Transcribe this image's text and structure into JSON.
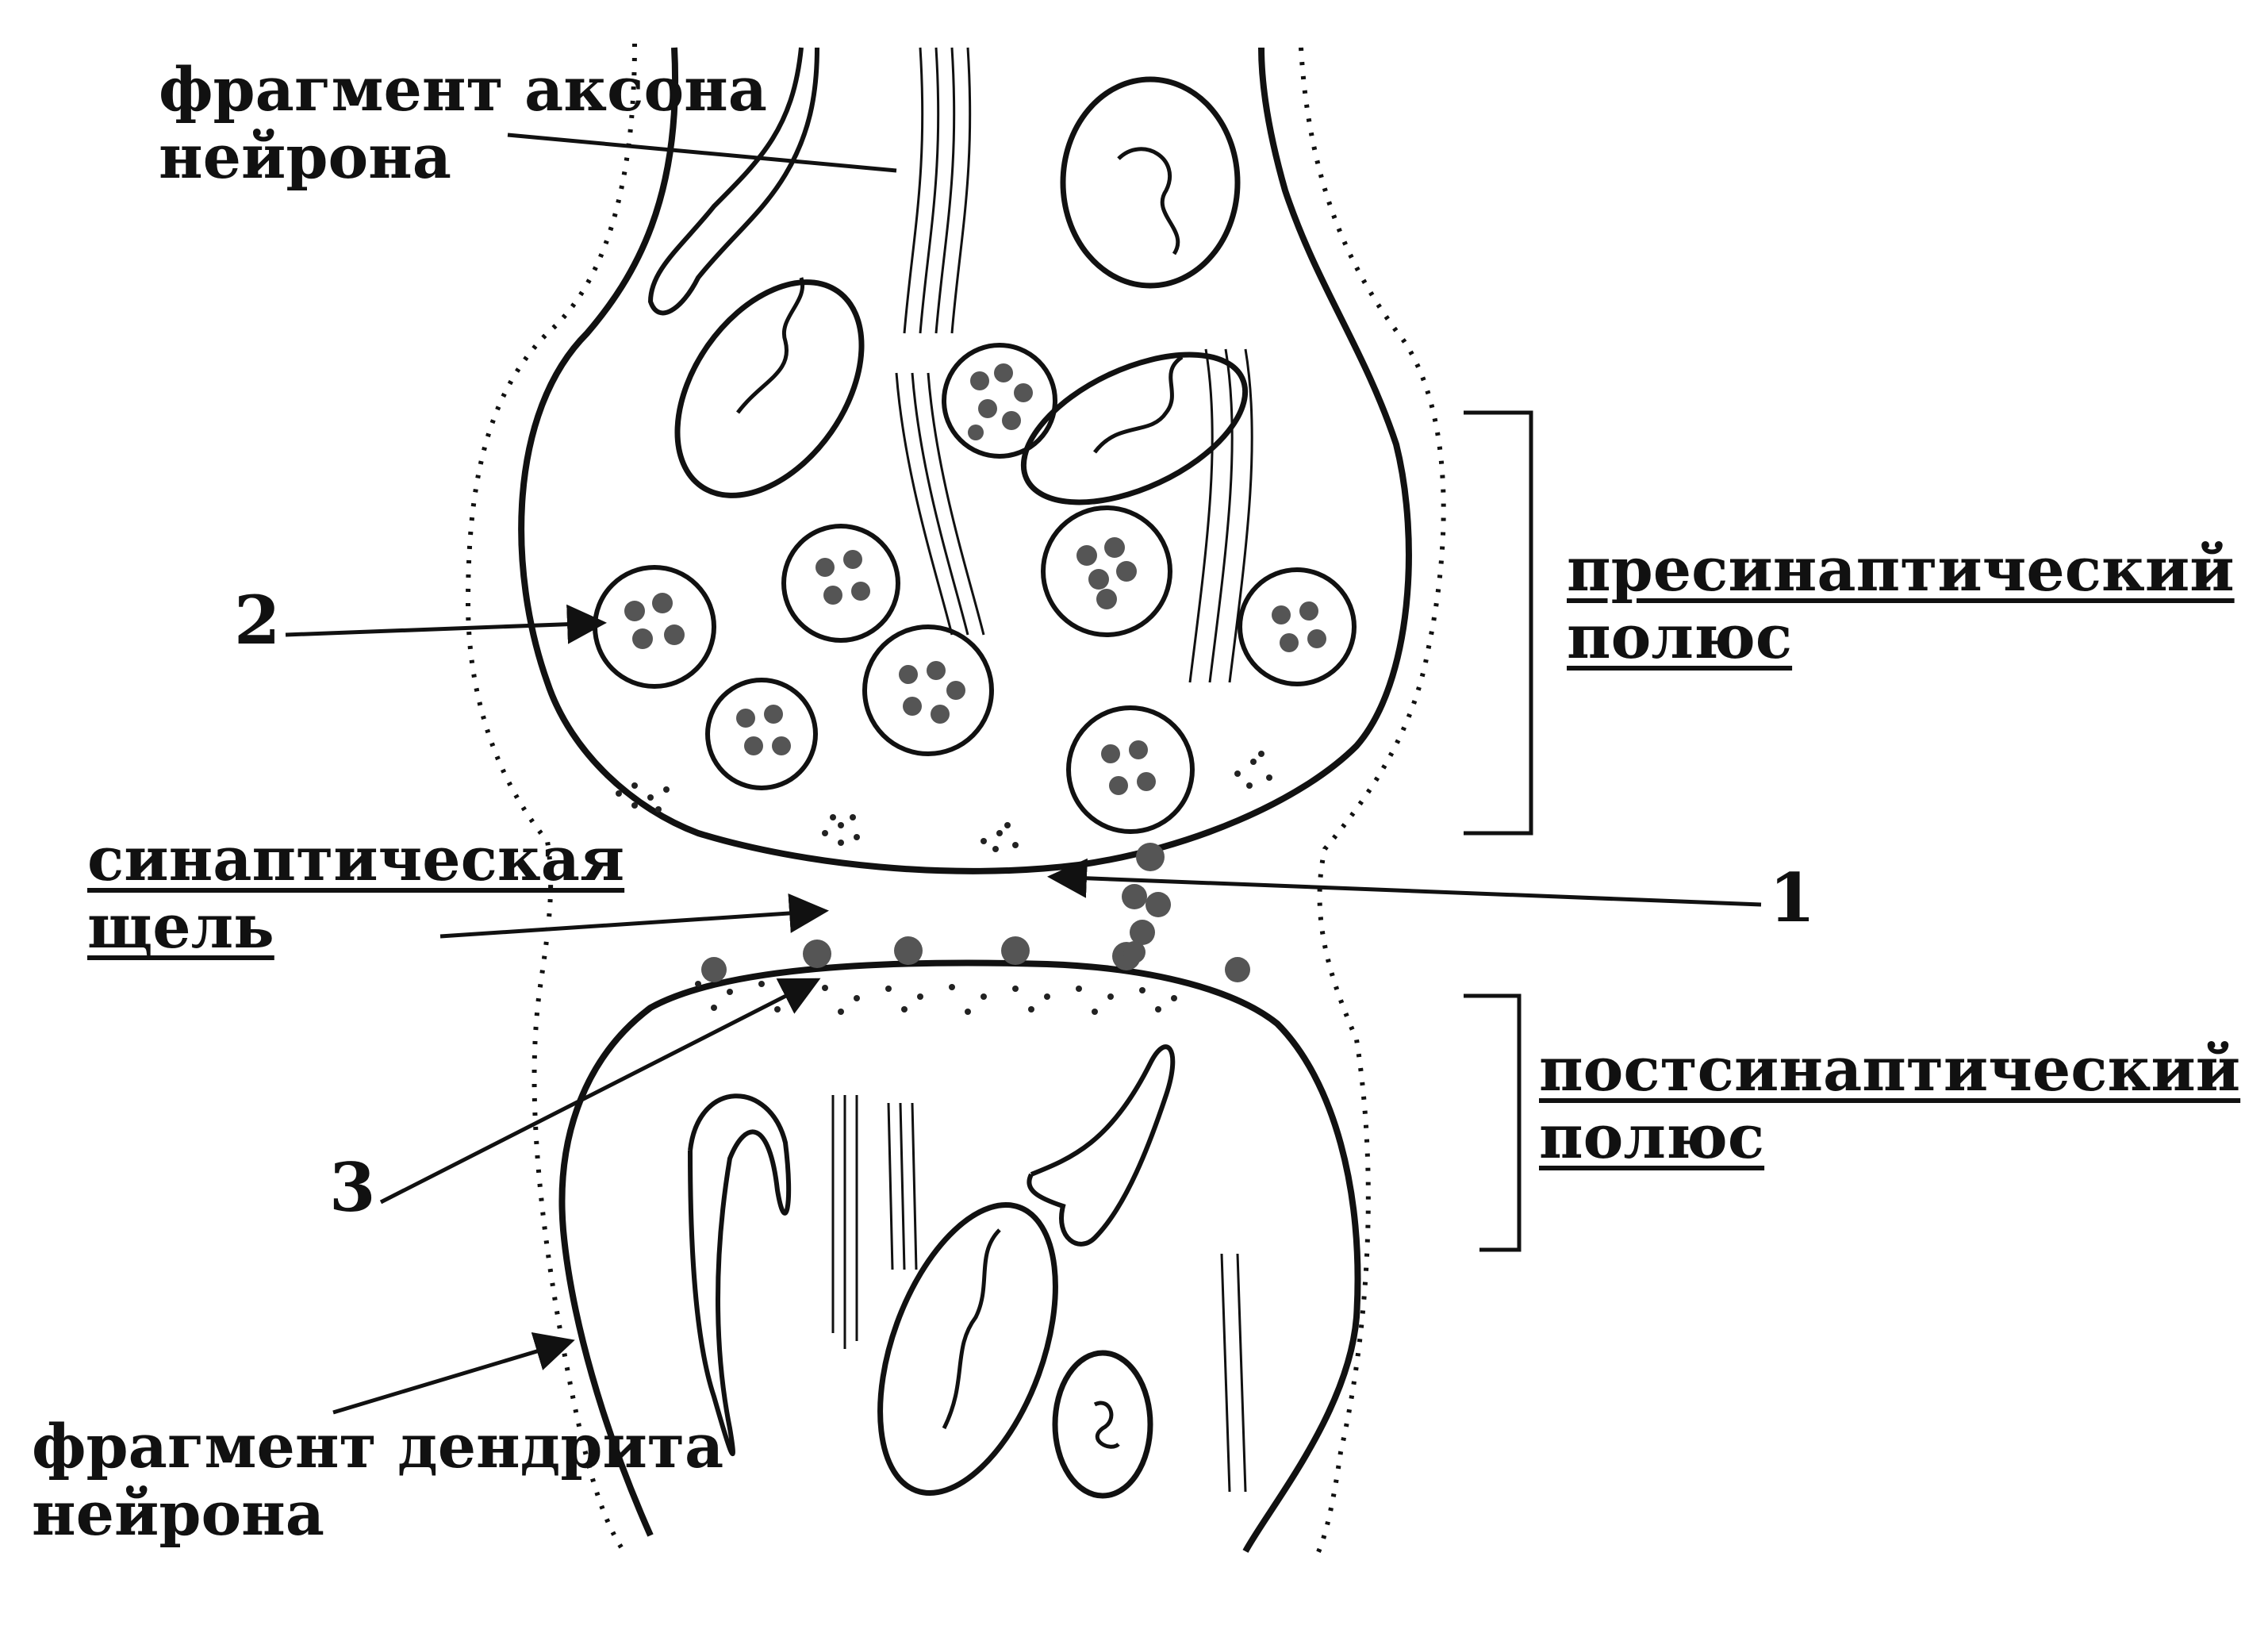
{
  "labels": {
    "axon_line1": "фрагмент аксона",
    "axon_line2": "нейрона",
    "presynaptic_line1": "пресинаптический",
    "presynaptic_line2": "полюс",
    "cleft_line1": "синаптическая",
    "cleft_line2": "щель",
    "postsynaptic_line1": "постсинаптический",
    "postsynaptic_line2": "полюс",
    "dendrite_line1": "фрагмент дендрита",
    "dendrite_line2": "нейрона",
    "num_1": "1",
    "num_2": "2",
    "num_3": "3"
  },
  "colors": {
    "ink": "#111111",
    "vesicle_dot": "#555555",
    "background": "#ffffff"
  }
}
